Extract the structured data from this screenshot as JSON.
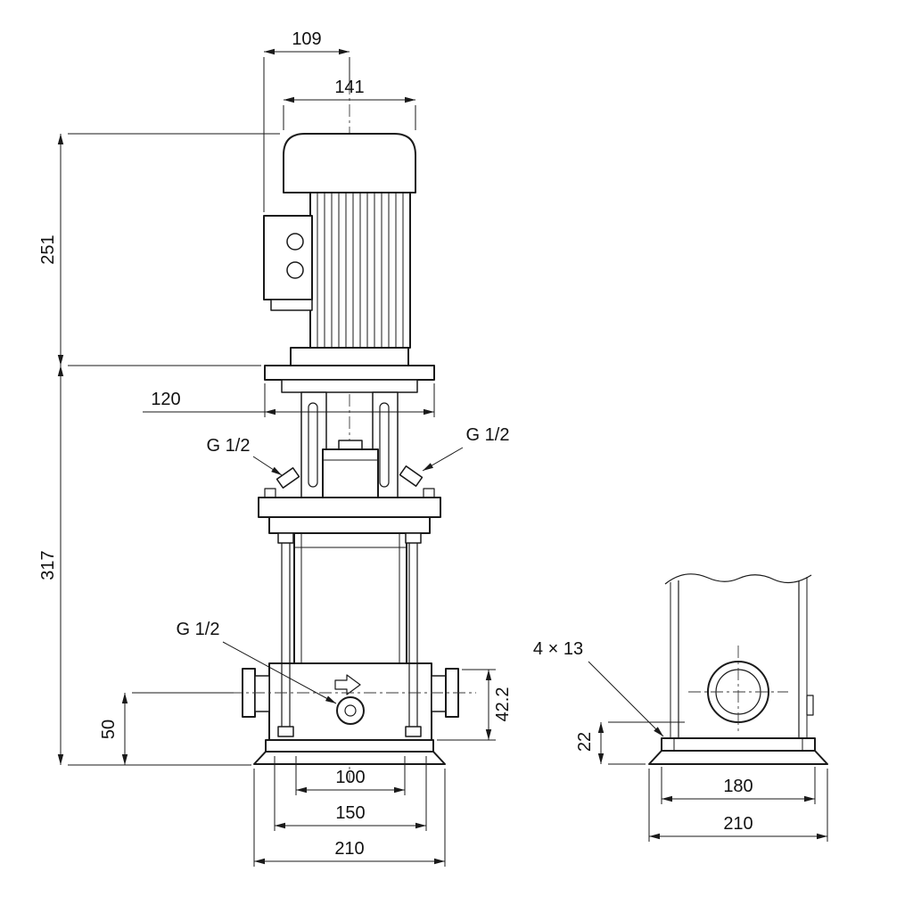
{
  "drawing": {
    "kind": "pump-dimensional-drawing",
    "colors": {
      "line": "#1a1a1a",
      "background": "#ffffff"
    },
    "views": {
      "front": {
        "dimensions": {
          "d109": "109",
          "d141": "141",
          "d251": "251",
          "d120": "120",
          "d317": "317",
          "d50": "50",
          "d42_2": "42.2",
          "d100": "100",
          "d150": "150",
          "d210": "210",
          "g_half_left": "G 1/2",
          "g_half_right": "G 1/2",
          "g_half_drain": "G 1/2"
        }
      },
      "side": {
        "dimensions": {
          "bolt_holes": "4 × 13",
          "d22": "22",
          "d180": "180",
          "d210": "210"
        }
      }
    }
  }
}
